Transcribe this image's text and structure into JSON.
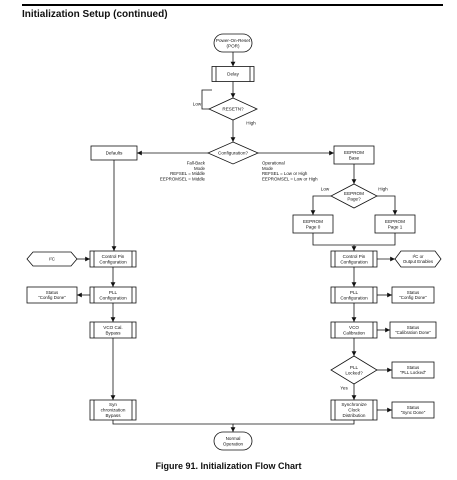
{
  "header": {
    "title": "Initialization Setup  (continued)"
  },
  "caption": "Figure 91.  Initialization Flow Chart",
  "nodes": {
    "por": [
      "Power-On-Reset",
      "(POR)"
    ],
    "delay": [
      "Delay"
    ],
    "resetn": [
      "RESETN?"
    ],
    "config": [
      "Configuration?"
    ],
    "defaults": [
      "Defaults"
    ],
    "eeprom_base": [
      "EEPROM",
      "Base"
    ],
    "eeprom_page": [
      "EEPROM",
      "Page?"
    ],
    "eeprom_p0": [
      "EEPROM",
      "Page 0"
    ],
    "eeprom_p1": [
      "EEPROM",
      "Page 1"
    ],
    "l_ctrl": [
      "Control Pin",
      "Configuration"
    ],
    "l_pll": [
      "PLL",
      "Configuration"
    ],
    "l_vco": [
      "VCO Cal.",
      "Bypass"
    ],
    "l_sync": [
      "Syn",
      "chronization",
      "Bypass"
    ],
    "r_ctrl": [
      "Control Pin",
      "Configuration"
    ],
    "r_pll": [
      "PLL",
      "Configuration"
    ],
    "r_vco": [
      "VCO",
      "Calibration"
    ],
    "pll_locked": [
      "PLL",
      "Locked?"
    ],
    "r_sync": [
      "Synchronize",
      "Clock",
      "Distribution"
    ],
    "i2c_left": [
      "I²C"
    ],
    "i2c_right": [
      "I²C or",
      "Output Enables"
    ],
    "st_l_done": [
      "Status",
      "\"Config Done\""
    ],
    "st_r_done": [
      "Status",
      "\"Config Done\""
    ],
    "st_cal": [
      "Status",
      "\"Calibration Done\""
    ],
    "st_pll": [
      "Status",
      "\"PLL Locked\""
    ],
    "st_sync": [
      "Status",
      "\"Sync Done\""
    ],
    "normal": [
      "Normal",
      "Operation"
    ]
  },
  "edge_labels": {
    "low": "Low",
    "high": "High",
    "yes": "Yes",
    "fallback": [
      "Fall-Back",
      "Mode",
      "REFSEL = Middle",
      "EEPROMSEL = Middle"
    ],
    "operational": [
      "Operational",
      "Mode",
      "REFSEL = Low or High",
      "EEPROMSEL = Low or High"
    ]
  },
  "colors": {
    "line": "#111111",
    "fill": "#ffffff"
  }
}
